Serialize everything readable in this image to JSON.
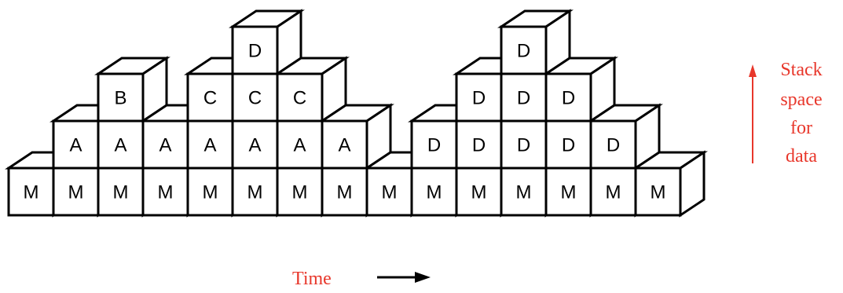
{
  "diagram": {
    "columns": [
      [
        "M"
      ],
      [
        "M",
        "A"
      ],
      [
        "M",
        "A",
        "B"
      ],
      [
        "M",
        "A"
      ],
      [
        "M",
        "A",
        "C"
      ],
      [
        "M",
        "A",
        "C",
        "D"
      ],
      [
        "M",
        "A",
        "C"
      ],
      [
        "M",
        "A"
      ],
      [
        "M"
      ],
      [
        "M",
        "D"
      ],
      [
        "M",
        "D",
        "D"
      ],
      [
        "M",
        "D",
        "D",
        "D"
      ],
      [
        "M",
        "D",
        "D"
      ],
      [
        "M",
        "D"
      ],
      [
        "M"
      ]
    ],
    "time_label": "Time",
    "stack_label_lines": [
      "Stack",
      "space",
      "for",
      "data"
    ],
    "colors": {
      "annotation": "#e8372b",
      "outline": "#000000",
      "face": "#ffffff"
    }
  }
}
